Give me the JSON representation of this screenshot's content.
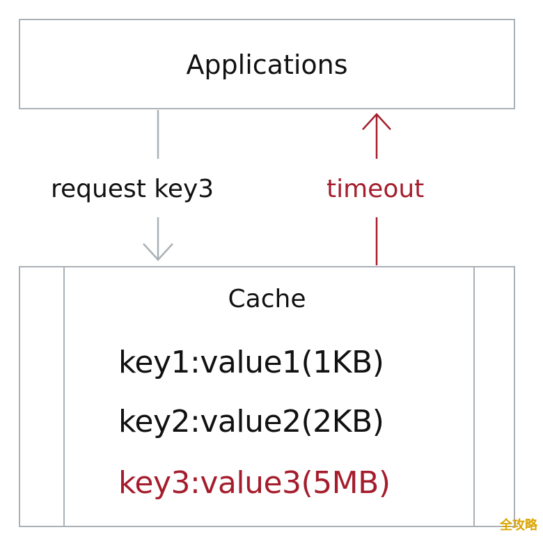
{
  "applications": {
    "title": "Applications"
  },
  "request": {
    "label": "request key3"
  },
  "response": {
    "label": "timeout"
  },
  "cache": {
    "title": "Cache",
    "entries": [
      "key1:value1(1KB)",
      "key2:value2(2KB)",
      "key3:value3(5MB)"
    ]
  },
  "colors": {
    "border": "#a9b0b6",
    "highlight": "#a51d2c",
    "text": "#111111"
  },
  "watermark": "全攻略"
}
